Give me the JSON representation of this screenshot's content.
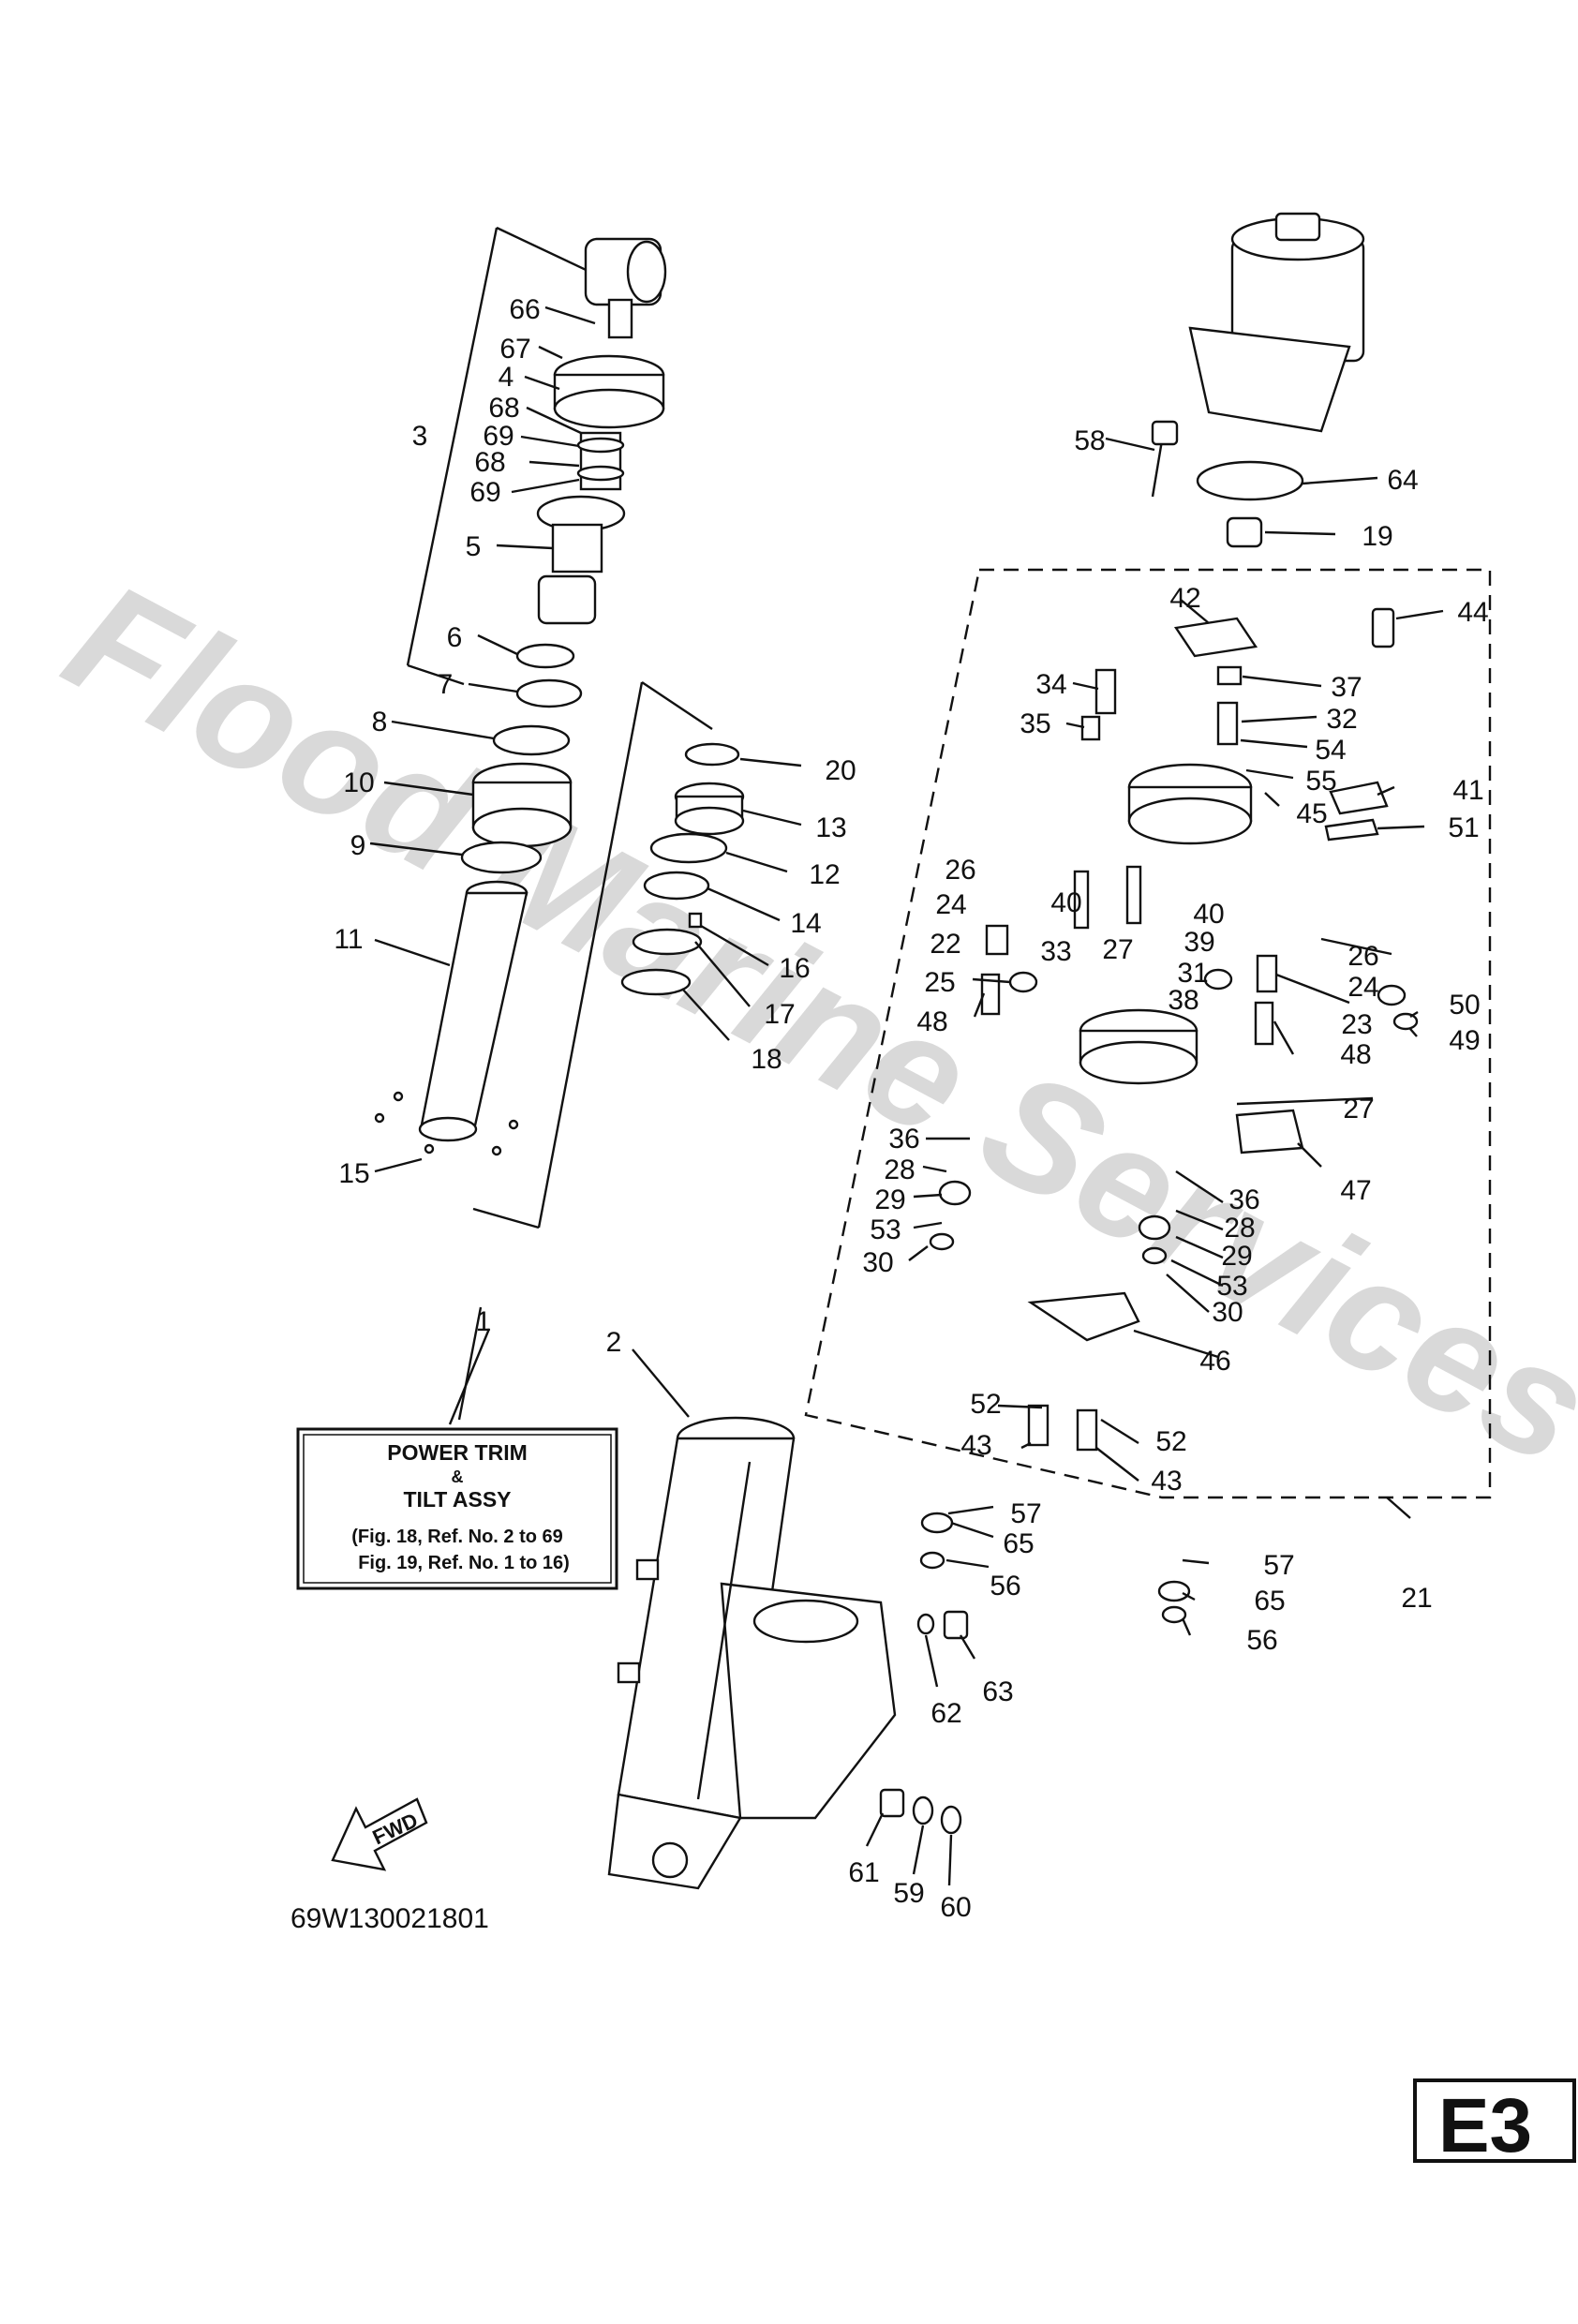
{
  "watermark": "Flood Marine Services",
  "assembly_box": {
    "title_line1": "POWER TRIM",
    "title_line2": "&",
    "title_line3": "TILT ASSY",
    "ref_line1": "(Fig. 18, Ref. No. 2 to 69",
    "ref_line2": "Fig. 19, Ref. No. 1 to 16)"
  },
  "fwd_label": "FWD",
  "drawing_number": "69W130021801",
  "page_code": "E3",
  "callouts": {
    "c1": "1",
    "c2": "2",
    "c3": "3",
    "c4": "4",
    "c5": "5",
    "c6": "6",
    "c7": "7",
    "c8": "8",
    "c9": "9",
    "c10": "10",
    "c11": "11",
    "c12": "12",
    "c13": "13",
    "c14": "14",
    "c15": "15",
    "c16": "16",
    "c17": "17",
    "c18": "18",
    "c19": "19",
    "c20": "20",
    "c21": "21",
    "c22": "22",
    "c23": "23",
    "c24a": "24",
    "c24b": "24",
    "c25": "25",
    "c26a": "26",
    "c26b": "26",
    "c27a": "27",
    "c27b": "27",
    "c28a": "28",
    "c28b": "28",
    "c29a": "29",
    "c29b": "29",
    "c30a": "30",
    "c30b": "30",
    "c31": "31",
    "c32": "32",
    "c33": "33",
    "c34": "34",
    "c35": "35",
    "c36a": "36",
    "c36b": "36",
    "c37": "37",
    "c38": "38",
    "c39": "39",
    "c40a": "40",
    "c40b": "40",
    "c41": "41",
    "c42": "42",
    "c43a": "43",
    "c43b": "43",
    "c44": "44",
    "c45": "45",
    "c46": "46",
    "c47": "47",
    "c48a": "48",
    "c48b": "48",
    "c49": "49",
    "c50": "50",
    "c51": "51",
    "c52a": "52",
    "c52b": "52",
    "c53a": "53",
    "c53b": "53",
    "c54": "54",
    "c55": "55",
    "c56a": "56",
    "c56b": "56",
    "c57a": "57",
    "c57b": "57",
    "c58": "58",
    "c59": "59",
    "c60": "60",
    "c61": "61",
    "c62": "62",
    "c63": "63",
    "c64": "64",
    "c65a": "65",
    "c65b": "65",
    "c66": "66",
    "c67": "67",
    "c68a": "68",
    "c68b": "68",
    "c69a": "69",
    "c69b": "69"
  }
}
